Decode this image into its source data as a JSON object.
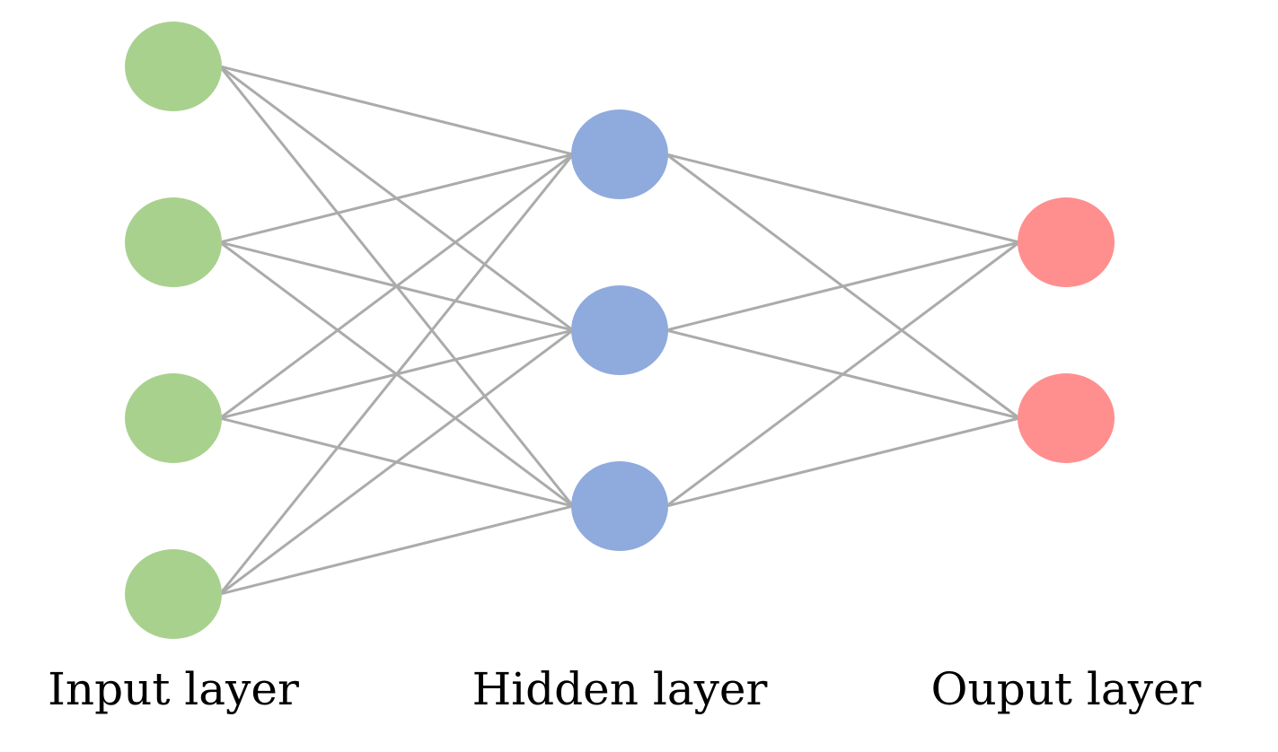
{
  "diagram": {
    "type": "neural-network",
    "edge_color": "#ababab",
    "layers": [
      {
        "label": "Input layer",
        "node_count": 4,
        "color": "#a9d18e"
      },
      {
        "label": "Hidden layer",
        "node_count": 3,
        "color": "#8faadc"
      },
      {
        "label": "Ouput layer",
        "node_count": 2,
        "color": "#ff8f8f"
      }
    ],
    "connectivity": "fully-connected"
  }
}
